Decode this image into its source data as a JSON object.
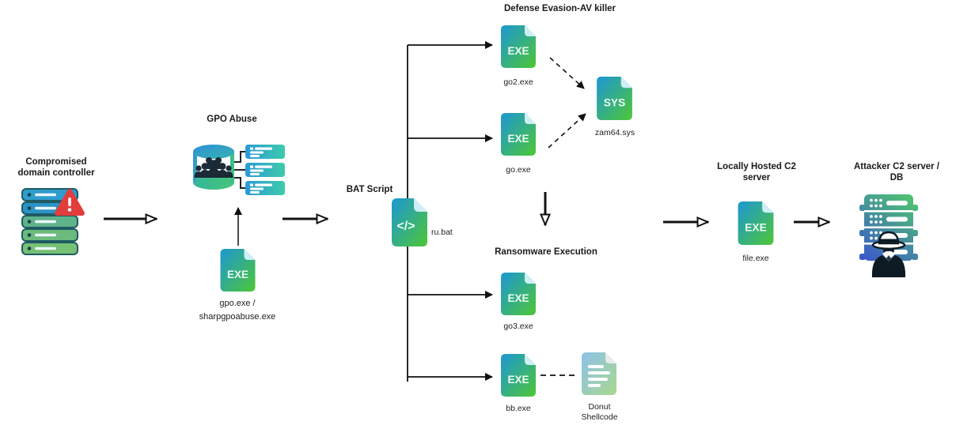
{
  "colors": {
    "file_gradient_start": "#1d97d4",
    "file_gradient_end": "#4ec636",
    "soft_doc_gradient_start": "#8cc2e9",
    "soft_doc_gradient_end": "#a9d78f",
    "warning_red": "#e23d3d",
    "connector_black": "#111111",
    "attacker_gradient_start": "#3b57cb",
    "attacker_gradient_end": "#4fc66e"
  },
  "nodes": {
    "dc": {
      "title_line1": "Compromised",
      "title_line2": "domain controller"
    },
    "gpo": {
      "title": "GPO Abuse"
    },
    "gpo_exe": {
      "badge": "EXE",
      "label_line1": "gpo.exe /",
      "label_line2": "sharpgpoabuse.exe"
    },
    "bat": {
      "title": "BAT Script",
      "glyph": "</>",
      "label": "ru.bat"
    },
    "defense": {
      "title": "Defense Evasion-AV killer"
    },
    "go2": {
      "badge": "EXE",
      "label": "go2.exe"
    },
    "go": {
      "badge": "EXE",
      "label": "go.exe"
    },
    "sys": {
      "badge": "SYS",
      "label": "zam64.sys"
    },
    "ransom": {
      "title": "Ransomware Execution"
    },
    "go3": {
      "badge": "EXE",
      "label": "go3.exe"
    },
    "bb": {
      "badge": "EXE",
      "label": "bb.exe"
    },
    "donut": {
      "label_line1": "Donut",
      "label_line2": "Shellcode"
    },
    "c2_local": {
      "title_line1": "Locally Hosted C2",
      "title_line2": "server",
      "badge": "EXE",
      "label": "file.exe"
    },
    "c2_attacker": {
      "title_line1": "Attacker C2 server /",
      "title_line2": "DB"
    }
  }
}
